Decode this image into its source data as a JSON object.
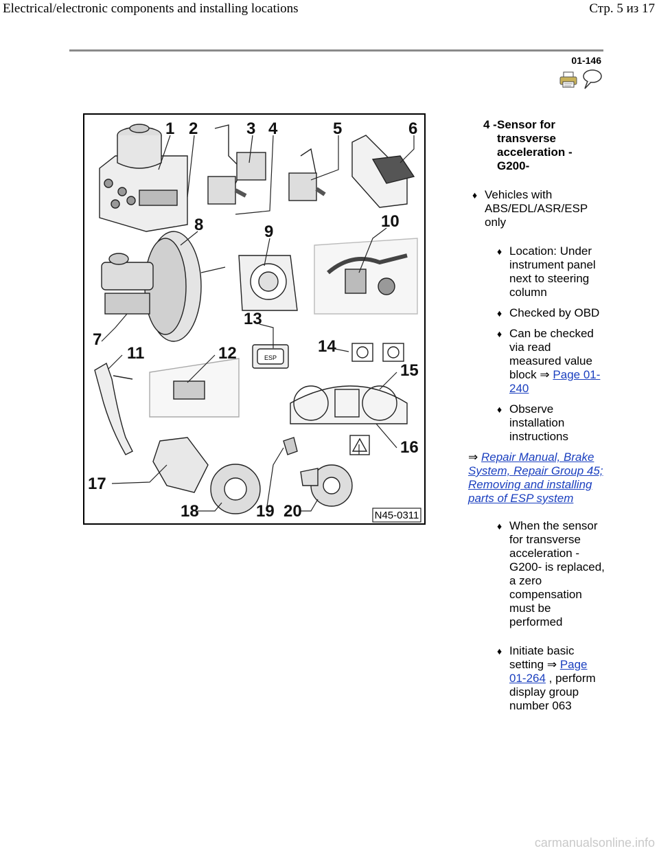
{
  "header": {
    "title": "Electrical/electronic components and installing locations",
    "page": "Стр. 5 из 17"
  },
  "page_number": "01-146",
  "icons": {
    "print": "printer-icon",
    "comment": "speech-bubble-icon"
  },
  "figure": {
    "code": "N45-0311",
    "callouts": [
      "1",
      "2",
      "3",
      "4",
      "5",
      "6",
      "7",
      "8",
      "9",
      "10",
      "11",
      "12",
      "13",
      "14",
      "15",
      "16",
      "17",
      "18",
      "19",
      "20"
    ],
    "esp_button": "ESP"
  },
  "component": {
    "number": "4 -",
    "title": "Sensor for transverse acceleration - G200-"
  },
  "bullets": {
    "vehicles": "Vehicles with ABS/EDL/ASR/ESP only",
    "location": "Location: Under instrument panel next to steering column",
    "checked": "Checked by OBD",
    "can_be_checked": "Can be checked via read measured value block",
    "page_link_1": "Page 01-240",
    "observe": "Observe installation instructions",
    "repair_manual": "Repair Manual, Brake System, Repair Group 45; Removing and installing parts of ESP system",
    "when_replaced": "When the sensor for transverse acceleration - G200- is replaced, a zero compensation must be performed",
    "initiate": "Initiate basic setting",
    "page_link_2": "Page 01-264",
    "initiate_tail": ", perform display group number 063"
  },
  "arrow_glyph": "⇒",
  "footer": "carmanualsonline.info"
}
